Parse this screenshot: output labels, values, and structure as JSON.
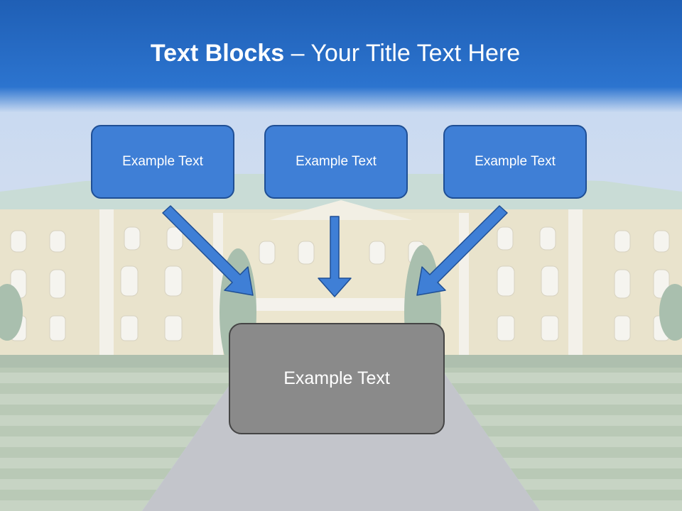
{
  "slide": {
    "title_bold": "Text Blocks",
    "title_dash": " – ",
    "title_rest": "Your Title Text Here"
  },
  "blocks": {
    "top": [
      {
        "label": "Example Text"
      },
      {
        "label": "Example Text"
      },
      {
        "label": "Example Text"
      }
    ],
    "bottom": {
      "label": "Example Text"
    }
  },
  "colors": {
    "header_blue": "#2a6fc4",
    "box_blue": "#3f7fd6",
    "box_border": "#1f4f95",
    "box_gray": "#8a8a8a",
    "arrow_blue": "#3f7fd6"
  }
}
